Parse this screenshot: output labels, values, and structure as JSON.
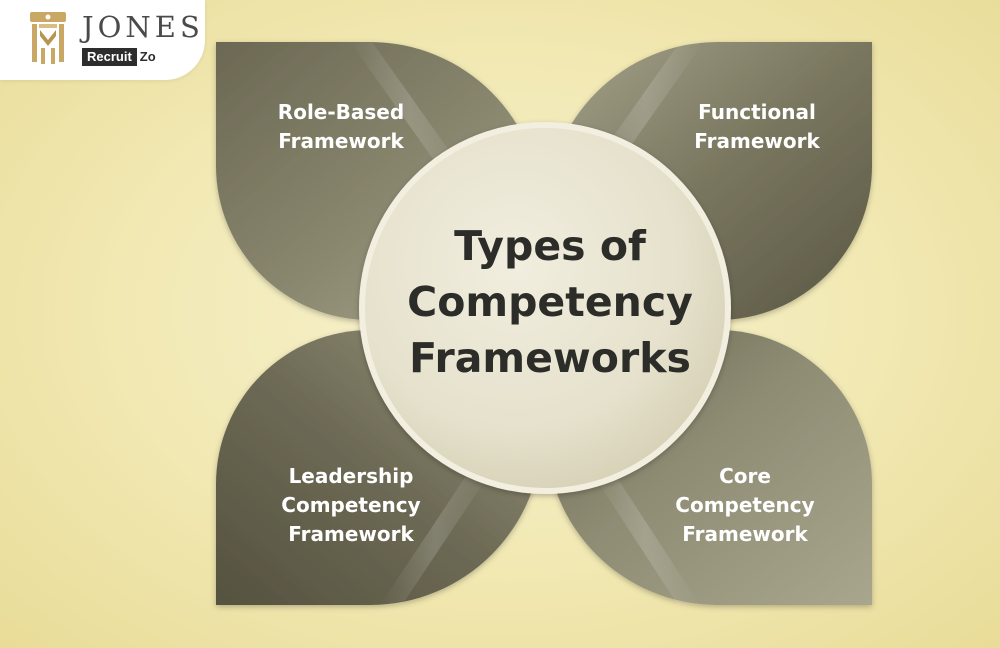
{
  "logo": {
    "name": "JONES",
    "tag_dark": "Recruit",
    "tag_light": "Zo"
  },
  "diagram": {
    "center_title": [
      "Types of",
      "Competency",
      "Frameworks"
    ],
    "petals": [
      {
        "lines": [
          "Role-Based",
          "Framework"
        ]
      },
      {
        "lines": [
          "Functional",
          "Framework"
        ]
      },
      {
        "lines": [
          "Leadership",
          "Competency",
          "Framework"
        ]
      },
      {
        "lines": [
          "Core",
          "Competency",
          "Framework"
        ]
      }
    ]
  },
  "colors": {
    "petal_dark": "#5f5c47",
    "petal_light": "#a8a58e",
    "center_fill": "#e7e3cf",
    "center_border": "#eeeadb",
    "text_dark": "#2c2c28",
    "logo_gold": "#c9a865"
  }
}
